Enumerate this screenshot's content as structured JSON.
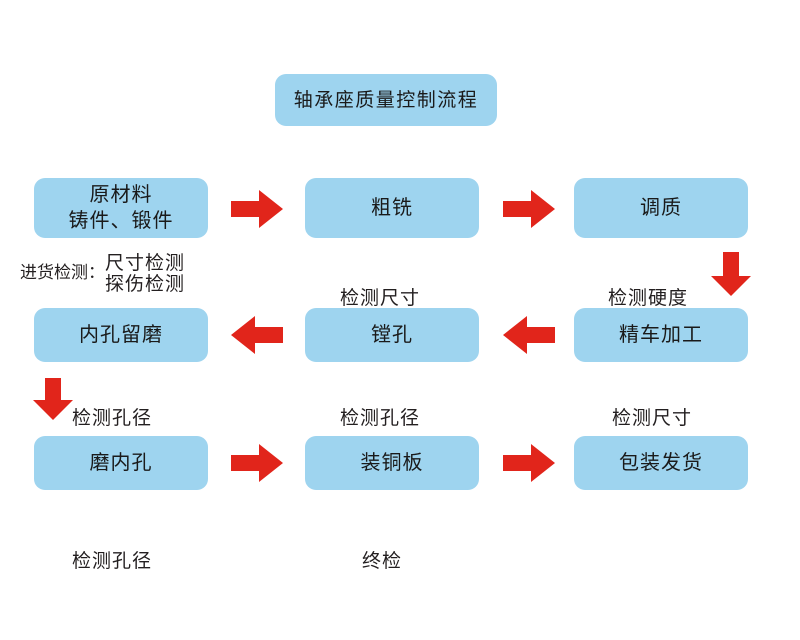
{
  "diagram": {
    "title": "轴承座质量控制流程",
    "background_color": "#ffffff",
    "box_color": "#9ed4ef",
    "arrow_color": "#e1251b",
    "text_color": "#231f20"
  },
  "nodes": [
    {
      "id": "title",
      "label": "轴承座质量控制流程"
    },
    {
      "id": "raw",
      "label": "原材料\n铸件、锻件"
    },
    {
      "id": "rough_mill",
      "label": "粗铣"
    },
    {
      "id": "temper",
      "label": "调质"
    },
    {
      "id": "bore_grind",
      "label": "内孔留磨"
    },
    {
      "id": "boring",
      "label": "镗孔"
    },
    {
      "id": "fine_turn",
      "label": "精车加工"
    },
    {
      "id": "grind_hole",
      "label": "磨内孔"
    },
    {
      "id": "copper",
      "label": "装铜板"
    },
    {
      "id": "package",
      "label": "包装发货"
    }
  ],
  "captions": {
    "incoming_lead": "进货检测：",
    "incoming_items": "尺寸检测\n探伤检测",
    "rough_mill_check": "检测尺寸",
    "temper_check": "检测硬度",
    "bore_grind_check": "检测孔径",
    "boring_check": "检测孔径",
    "fine_turn_check": "检测尺寸",
    "grind_hole_check": "检测孔径",
    "copper_check": "终检"
  },
  "arrows": [
    {
      "id": "raw-to-rough",
      "direction": "right"
    },
    {
      "id": "rough-to-temper",
      "direction": "right"
    },
    {
      "id": "temper-to-fineturn",
      "direction": "down"
    },
    {
      "id": "fineturn-to-boring",
      "direction": "left"
    },
    {
      "id": "boring-to-boregrind",
      "direction": "left"
    },
    {
      "id": "boregrind-to-grind",
      "direction": "down"
    },
    {
      "id": "grind-to-copper",
      "direction": "right"
    },
    {
      "id": "copper-to-package",
      "direction": "right"
    }
  ]
}
